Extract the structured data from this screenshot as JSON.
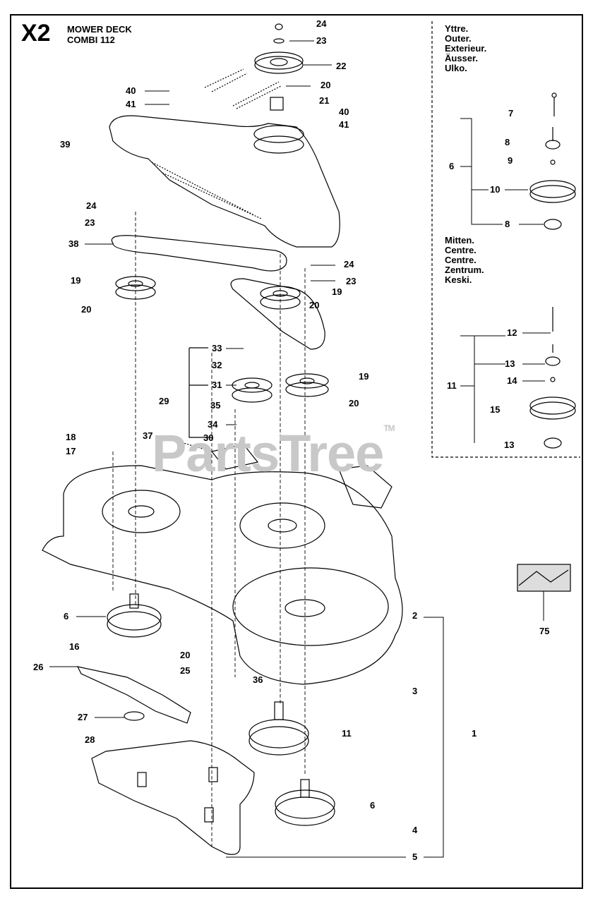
{
  "header": {
    "code": "X2",
    "title_line1": "MOWER DECK",
    "title_line2": "COMBI 112"
  },
  "legend_outer": [
    "Yttre.",
    "Outer.",
    "Exterieur.",
    "Äusser.",
    "Ulko."
  ],
  "legend_center": [
    "Mitten.",
    "Centre.",
    "Centre.",
    "Zentrum.",
    "Keski."
  ],
  "watermark": "PartsTree",
  "watermark_mark": "TM",
  "callouts": [
    {
      "id": "c1",
      "text": "24"
    },
    {
      "id": "c2",
      "text": "23"
    },
    {
      "id": "c3",
      "text": "22"
    },
    {
      "id": "c4",
      "text": "20"
    },
    {
      "id": "c5",
      "text": "21"
    },
    {
      "id": "c6",
      "text": "40"
    },
    {
      "id": "c7",
      "text": "41"
    },
    {
      "id": "c8",
      "text": "40"
    },
    {
      "id": "c9",
      "text": "41"
    },
    {
      "id": "c10",
      "text": "39"
    },
    {
      "id": "c11",
      "text": "24"
    },
    {
      "id": "c12",
      "text": "23"
    },
    {
      "id": "c13",
      "text": "38"
    },
    {
      "id": "c14",
      "text": "19"
    },
    {
      "id": "c15",
      "text": "20"
    },
    {
      "id": "c16",
      "text": "24"
    },
    {
      "id": "c17",
      "text": "23"
    },
    {
      "id": "c18",
      "text": "20"
    },
    {
      "id": "c19",
      "text": "19"
    },
    {
      "id": "c20",
      "text": "33"
    },
    {
      "id": "c21",
      "text": "32"
    },
    {
      "id": "c22",
      "text": "31"
    },
    {
      "id": "c23",
      "text": "29"
    },
    {
      "id": "c24",
      "text": "35"
    },
    {
      "id": "c25",
      "text": "34"
    },
    {
      "id": "c26",
      "text": "30"
    },
    {
      "id": "c27",
      "text": "37"
    },
    {
      "id": "c28",
      "text": "19"
    },
    {
      "id": "c29",
      "text": "20"
    },
    {
      "id": "c30",
      "text": "18"
    },
    {
      "id": "c31",
      "text": "17"
    },
    {
      "id": "c32",
      "text": "6"
    },
    {
      "id": "c33",
      "text": "16"
    },
    {
      "id": "c34",
      "text": "20"
    },
    {
      "id": "c35",
      "text": "25"
    },
    {
      "id": "c36",
      "text": "26"
    },
    {
      "id": "c37",
      "text": "36"
    },
    {
      "id": "c38",
      "text": "27"
    },
    {
      "id": "c39",
      "text": "28"
    },
    {
      "id": "c40",
      "text": "11"
    },
    {
      "id": "c41",
      "text": "2"
    },
    {
      "id": "c42",
      "text": "3"
    },
    {
      "id": "c43",
      "text": "1"
    },
    {
      "id": "c44",
      "text": "6"
    },
    {
      "id": "c45",
      "text": "4"
    },
    {
      "id": "c46",
      "text": "5"
    },
    {
      "id": "c47",
      "text": "75"
    },
    {
      "id": "c48",
      "text": "7"
    },
    {
      "id": "c49",
      "text": "8"
    },
    {
      "id": "c50",
      "text": "9"
    },
    {
      "id": "c51",
      "text": "6"
    },
    {
      "id": "c52",
      "text": "10"
    },
    {
      "id": "c53",
      "text": "8"
    },
    {
      "id": "c54",
      "text": "12"
    },
    {
      "id": "c55",
      "text": "13"
    },
    {
      "id": "c56",
      "text": "11"
    },
    {
      "id": "c57",
      "text": "14"
    },
    {
      "id": "c58",
      "text": "15"
    },
    {
      "id": "c59",
      "text": "13"
    }
  ],
  "colors": {
    "ink": "#000000",
    "watermark": "#c8c8c8",
    "paper": "#ffffff"
  }
}
